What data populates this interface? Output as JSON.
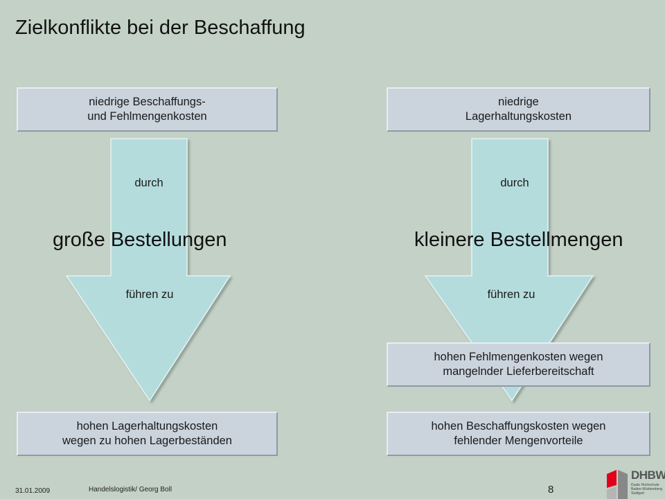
{
  "slide": {
    "title": "Zielkonflikte bei der Beschaffung",
    "left": {
      "top_box": [
        "niedrige Beschaffungs-",
        "und Fehlmengenkosten"
      ],
      "durch": "durch",
      "big": "große Bestellungen",
      "fuehren": "führen zu",
      "bottom_box": [
        "hohen Lagerhaltungskosten",
        "wegen zu hohen Lagerbeständen"
      ]
    },
    "right": {
      "top_box": [
        "niedrige",
        "Lagerhaltungskosten"
      ],
      "durch": "durch",
      "big": "kleinere Bestellmengen",
      "fuehren": "führen zu",
      "mid_box": [
        "hohen Fehlmengenkosten wegen",
        "mangelnder Lieferbereitschaft"
      ],
      "bottom_box": [
        "hohen Beschaffungskosten wegen",
        "fehlender Mengenvorteile"
      ]
    }
  },
  "footer": {
    "date": "31.01.2009",
    "author": "Handelslogistik/ Georg Boll",
    "page": "8",
    "logo_text": "DHBW",
    "logo_sub": [
      "Duale Hochschule",
      "Baden-Württemberg",
      "Stuttgart"
    ]
  },
  "colors": {
    "background": "#c3d1c6",
    "arrow": "#b5dcdc",
    "box": "#cbd3dd",
    "logo_red": "#e2001a"
  }
}
